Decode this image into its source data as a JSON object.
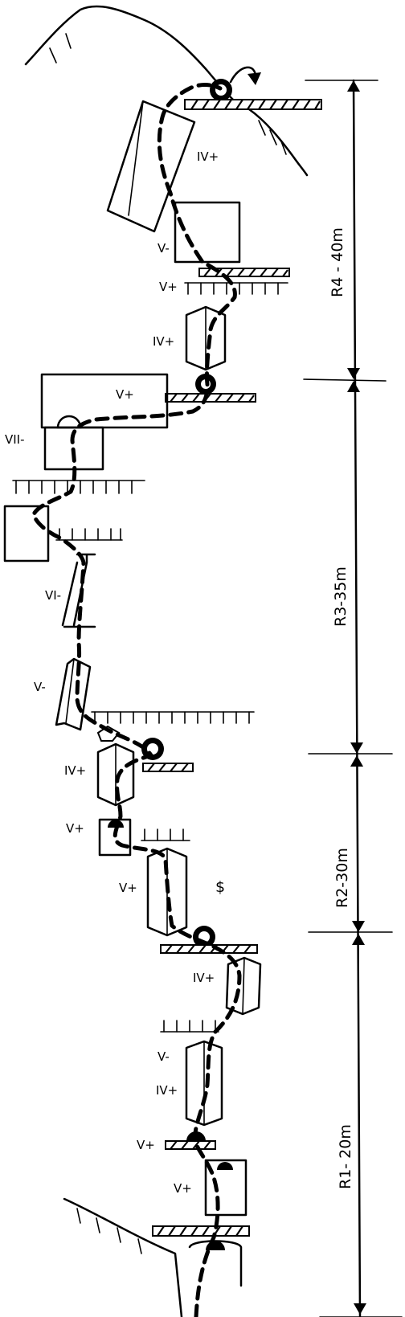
{
  "pitches": [
    {
      "id": "r4",
      "label": "R4 - 40m"
    },
    {
      "id": "r3",
      "label": "R3-35m"
    },
    {
      "id": "r2",
      "label": "R2-30m"
    },
    {
      "id": "r1",
      "label": "R1- 20m"
    }
  ],
  "grades": [
    {
      "id": "iv-plus-top",
      "text": "IV+"
    },
    {
      "id": "v-minus-top",
      "text": "V-"
    },
    {
      "id": "v-plus-r4-ledge",
      "text": "V+"
    },
    {
      "id": "iv-plus-r4-low",
      "text": "IV+"
    },
    {
      "id": "v-plus-roof",
      "text": "V+"
    },
    {
      "id": "vii-minus",
      "text": "VII-"
    },
    {
      "id": "vi-minus",
      "text": "VI-"
    },
    {
      "id": "v-minus-r3",
      "text": "V-"
    },
    {
      "id": "iv-plus-r2-top",
      "text": "IV+"
    },
    {
      "id": "v-plus-r2-block",
      "text": "V+"
    },
    {
      "id": "v-plus-r2-dihedral",
      "text": "V+"
    },
    {
      "id": "iv-plus-r1-top",
      "text": "IV+"
    },
    {
      "id": "v-minus-r1",
      "text": "V-"
    },
    {
      "id": "iv-plus-r1-mid",
      "text": "IV+"
    },
    {
      "id": "v-plus-r1-ledge",
      "text": "V+"
    },
    {
      "id": "v-plus-r1-low",
      "text": "V+"
    }
  ],
  "symbols": {
    "bolt_symbol": "$"
  }
}
